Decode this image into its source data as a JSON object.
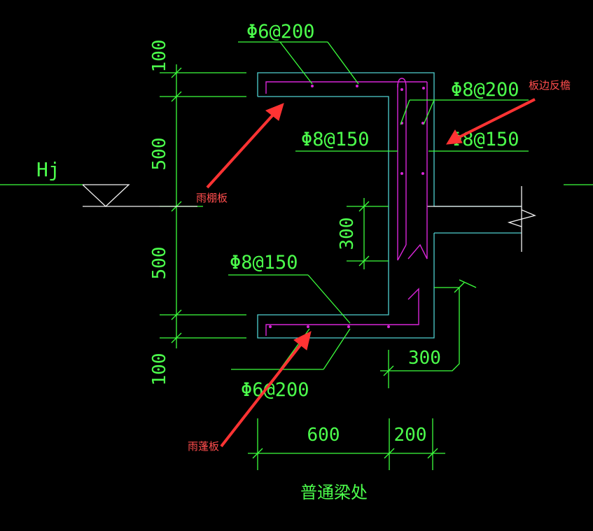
{
  "drawing": {
    "dims_vertical": [
      "100",
      "500",
      "500",
      "100"
    ],
    "dim_300_vertical": "300",
    "dim_300_horizontal": "300",
    "dims_bottom": [
      "600",
      "200"
    ],
    "grid_label": "Hj",
    "rebar_labels": {
      "top_distribution": "Φ6@200",
      "inner_top": "Φ8@150",
      "upstand_a": "Φ8@200",
      "upstand_b": "Φ8@150",
      "lower_inner": "Φ8@150",
      "bottom_distribution": "Φ6@200"
    },
    "annotations": {
      "canopy_top": "雨棚板",
      "upstand": "板边反檐",
      "canopy_bottom": "雨蓬板"
    },
    "caption": "普通梁处"
  },
  "colors": {
    "dimension": "#3cff3c",
    "concrete_outline": "#4fd0d0",
    "rebar": "#d826d8",
    "annotation": "#ff4d4d",
    "level_line": "#f2f2f2"
  }
}
